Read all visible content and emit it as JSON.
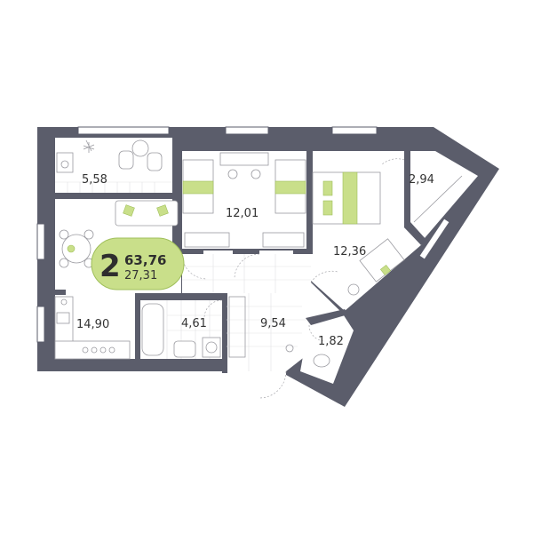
{
  "apartment": {
    "rooms_count": "2",
    "total_area": "63,76",
    "living_area": "27,31"
  },
  "colors": {
    "wall": "#5b5d6b",
    "accent": "#c9df8a",
    "badge_border": "#9fbf5a",
    "floor": "#ffffff"
  },
  "rooms": [
    {
      "id": "balcony",
      "area": "5,58"
    },
    {
      "id": "bedroom-1",
      "area": "12,01"
    },
    {
      "id": "bedroom-2",
      "area": "12,36"
    },
    {
      "id": "wardrobe",
      "area": "2,94"
    },
    {
      "id": "kitchen",
      "area": "14,90"
    },
    {
      "id": "bathroom",
      "area": "4,61"
    },
    {
      "id": "hallway",
      "area": "9,54"
    },
    {
      "id": "toilet",
      "area": "1,82"
    }
  ]
}
